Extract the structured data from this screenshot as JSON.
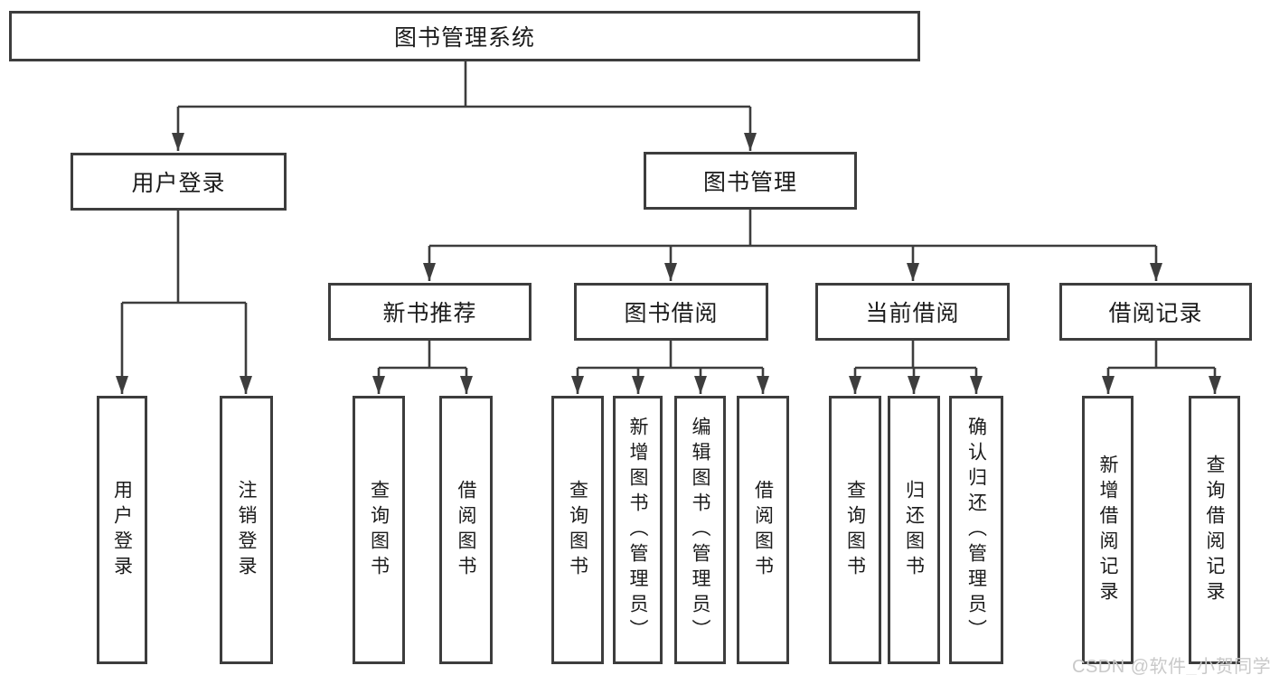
{
  "colors": {
    "line": "#3d3d3d",
    "text": "#1b1b1b",
    "watermark": "#c9c9c9",
    "background": "#ffffff"
  },
  "nodes": {
    "root": "图书管理系统",
    "level2": [
      "用户登录",
      "图书管理"
    ],
    "level3": [
      "新书推荐",
      "图书借阅",
      "当前借阅",
      "借阅记录"
    ],
    "level4": [
      "用户登录",
      "注销登录",
      "查询图书",
      "借阅图书",
      "查询图书",
      "新增图书（管理员）",
      "编辑图书（管理员）",
      "借阅图书",
      "查询图书",
      "归还图书",
      "确认归还（管理员）",
      "新增借阅记录",
      "查询借阅记录"
    ]
  },
  "hierarchy": {
    "图书管理系统": {
      "用户登录": [
        "用户登录",
        "注销登录"
      ],
      "图书管理": {
        "新书推荐": [
          "查询图书",
          "借阅图书"
        ],
        "图书借阅": [
          "查询图书",
          "新增图书（管理员）",
          "编辑图书（管理员）",
          "借阅图书"
        ],
        "当前借阅": [
          "查询图书",
          "归还图书",
          "确认归还（管理员）"
        ],
        "借阅记录": [
          "新增借阅记录",
          "查询借阅记录"
        ]
      }
    }
  },
  "watermark": "CSDN @软件_小贺同学"
}
